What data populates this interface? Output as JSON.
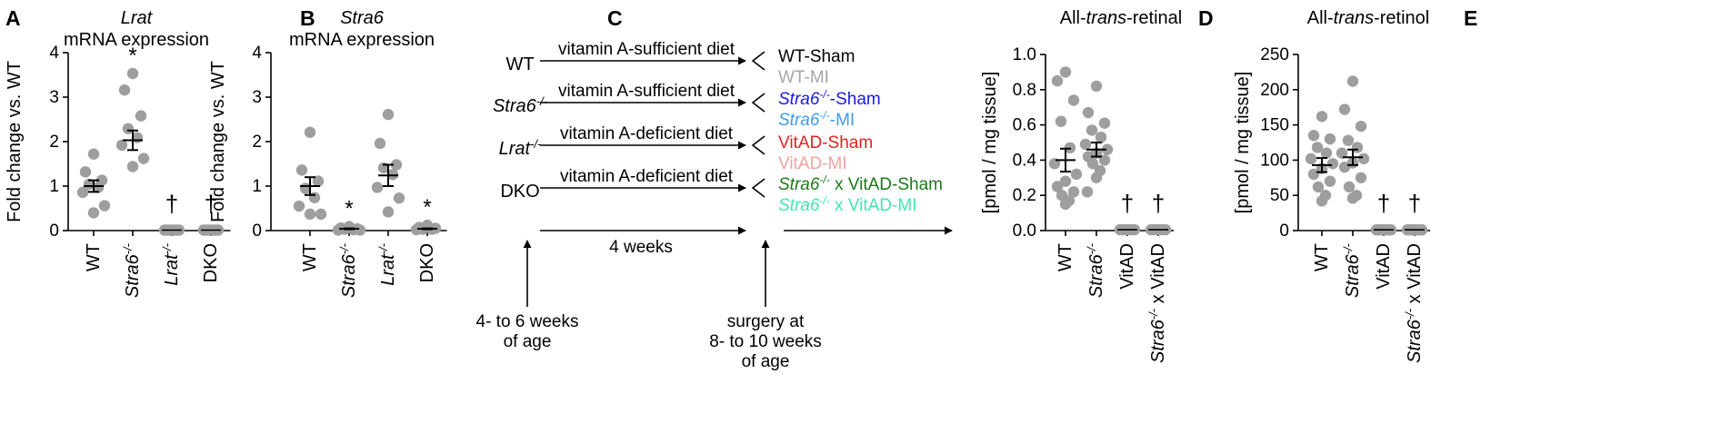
{
  "colors": {
    "dot": "#9e9e9e",
    "black": "#000000",
    "blue": "#1a1adb",
    "lightblue": "#3f9bea",
    "red": "#e8201e",
    "pink": "#f0a3a0",
    "green": "#1a7a1a",
    "mint": "#3ee8ae",
    "grey": "#a6a6a6"
  },
  "panels": {
    "A": "A",
    "B": "B",
    "C": "C",
    "D": "D",
    "E": "E"
  },
  "chart_data": [
    {
      "panel": "A",
      "type": "scatter",
      "title_italic": "Lrat",
      "title": "mRNA expression",
      "ylabel": "Fold change vs. WT",
      "ylim": [
        0,
        4
      ],
      "yticks": [
        "0",
        "1",
        "2",
        "3",
        "4"
      ],
      "categories": [
        {
          "base": "WT"
        },
        {
          "base": "Stra6",
          "sup": "-/-",
          "italic": true
        },
        {
          "base": "Lrat",
          "sup": "-/-",
          "italic": true
        },
        {
          "base": "DKO"
        }
      ],
      "groups": [
        {
          "values": [
            1.72,
            1.32,
            1.13,
            1.04,
            0.97,
            0.86,
            0.56,
            0.4
          ],
          "mean": 1.0,
          "sem": 0.13,
          "mark": ""
        },
        {
          "values": [
            3.53,
            3.16,
            2.58,
            2.29,
            2.09,
            1.92,
            1.62,
            1.44
          ],
          "mean": 2.03,
          "sem": 0.22,
          "mark": "*"
        },
        {
          "values": [
            0.01,
            0.01,
            0.01,
            0.01,
            0.01,
            0.01
          ],
          "mean": 0.01,
          "sem": 0,
          "mark": "†"
        },
        {
          "values": [
            0.01,
            0.01,
            0.01,
            0.01,
            0.01,
            0.01
          ],
          "mean": 0.01,
          "sem": 0,
          "mark": "†"
        }
      ]
    },
    {
      "panel": "B",
      "type": "scatter",
      "title_italic": "Stra6",
      "title": "mRNA expression",
      "ylabel": "Fold change vs. WT",
      "ylim": [
        0,
        4
      ],
      "yticks": [
        "0",
        "1",
        "2",
        "3",
        "4"
      ],
      "categories": [
        {
          "base": "WT"
        },
        {
          "base": "Stra6",
          "sup": "-/-",
          "italic": true
        },
        {
          "base": "Lrat",
          "sup": "-/-",
          "italic": true
        },
        {
          "base": "DKO"
        }
      ],
      "groups": [
        {
          "values": [
            2.21,
            1.36,
            1.11,
            0.95,
            0.74,
            0.55,
            0.37,
            0.37
          ],
          "mean": 1.0,
          "sem": 0.2,
          "mark": ""
        },
        {
          "values": [
            0.09,
            0.06,
            0.04,
            0.03,
            0.02,
            0.01,
            0.01
          ],
          "mean": 0.04,
          "sem": 0.01,
          "mark": "*"
        },
        {
          "values": [
            2.61,
            1.96,
            1.48,
            1.41,
            1.26,
            0.97,
            0.73,
            0.42
          ],
          "mean": 1.24,
          "sem": 0.24,
          "mark": ""
        },
        {
          "values": [
            0.12,
            0.07,
            0.05,
            0.03,
            0.03,
            0.02
          ],
          "mean": 0.04,
          "sem": 0.01,
          "mark": "*"
        }
      ]
    },
    {
      "panel": "D",
      "type": "scatter",
      "title_pre": "All-",
      "title_italic": "trans",
      "title_post": "-retinal",
      "ylabel": "[pmol / mg tissue]",
      "ylim": [
        0,
        1.0
      ],
      "yticks": [
        "0.0",
        "0.2",
        "0.4",
        "0.6",
        "0.8",
        "1.0"
      ],
      "categories": [
        {
          "base": "WT"
        },
        {
          "base": "Stra6",
          "sup": "-/-",
          "italic": true
        },
        {
          "base": "VitAD"
        },
        {
          "base": "Stra6",
          "sup": "-/-",
          "italic": true,
          "suffix": " x VitAD"
        }
      ],
      "groups": [
        {
          "values": [
            0.9,
            0.85,
            0.74,
            0.62,
            0.47,
            0.38,
            0.32,
            0.28,
            0.25,
            0.22,
            0.2,
            0.17,
            0.15
          ],
          "mean": 0.4,
          "sem": 0.065,
          "mark": ""
        },
        {
          "values": [
            0.82,
            0.67,
            0.61,
            0.57,
            0.53,
            0.49,
            0.46,
            0.44,
            0.42,
            0.4,
            0.38,
            0.34,
            0.3,
            0.22
          ],
          "mean": 0.46,
          "sem": 0.04,
          "mark": ""
        },
        {
          "values": [
            0.005,
            0.005,
            0.005,
            0.005,
            0.005,
            0.005
          ],
          "mean": 0.005,
          "sem": 0,
          "mark": "†"
        },
        {
          "values": [
            0.005,
            0.005,
            0.005,
            0.005,
            0.005,
            0.005
          ],
          "mean": 0.005,
          "sem": 0,
          "mark": "†"
        }
      ]
    },
    {
      "panel": "E",
      "type": "scatter",
      "title": "All-trans-retinol",
      "ylabel": "[pmol / mg tissue]",
      "ylim": [
        0,
        250
      ],
      "yticks": [
        "0",
        "50",
        "100",
        "150",
        "200",
        "250"
      ],
      "categories": [
        {
          "base": "WT"
        },
        {
          "base": "Stra6",
          "sup": "-/-",
          "italic": true
        },
        {
          "base": "VitAD"
        },
        {
          "base": "Stra6",
          "sup": "-/-",
          "italic": true,
          "suffix": " x VitAD"
        }
      ],
      "groups": [
        {
          "values": [
            162,
            135,
            130,
            118,
            110,
            102,
            95,
            88,
            80,
            70,
            62,
            50,
            42
          ],
          "mean": 93,
          "sem": 10,
          "mark": ""
        },
        {
          "values": [
            212,
            172,
            148,
            128,
            118,
            110,
            102,
            96,
            90,
            75,
            62,
            50,
            46
          ],
          "mean": 104,
          "sem": 11,
          "mark": ""
        },
        {
          "values": [
            1,
            1,
            1,
            1,
            1,
            1
          ],
          "mean": 1,
          "sem": 0,
          "mark": "†"
        },
        {
          "values": [
            1,
            1,
            1,
            1,
            1,
            1
          ],
          "mean": 1,
          "sem": 0,
          "mark": "†"
        }
      ]
    }
  ],
  "schematic": {
    "rows": [
      {
        "geno": "WT",
        "diet": "vitamin A-sufficient diet",
        "g1": {
          "parts": [
            {
              "t": "WT-Sham"
            }
          ],
          "color": "black"
        },
        "g2": {
          "parts": [
            {
              "t": "WT-MI"
            }
          ],
          "color": "grey"
        }
      },
      {
        "geno": "Stra6",
        "geno_sup": "-/-",
        "diet": "vitamin A-sufficient diet",
        "g1": {
          "parts": [
            {
              "t": "Stra6",
              "i": true
            },
            {
              "t": "-/-",
              "sup": true,
              "i": true
            },
            {
              "t": "-Sham"
            }
          ],
          "color": "blue"
        },
        "g2": {
          "parts": [
            {
              "t": "Stra6",
              "i": true
            },
            {
              "t": "-/-",
              "sup": true,
              "i": true
            },
            {
              "t": "-MI"
            }
          ],
          "color": "lightblue"
        }
      },
      {
        "geno": "Lrat",
        "geno_sup": "-/-",
        "diet": "vitamin A-deficient diet",
        "g1": {
          "parts": [
            {
              "t": "VitAD-Sham"
            }
          ],
          "color": "red"
        },
        "g2": {
          "parts": [
            {
              "t": "VitAD-MI"
            }
          ],
          "color": "pink"
        }
      },
      {
        "geno": "DKO",
        "diet": "vitamin A-deficient diet",
        "g1": {
          "parts": [
            {
              "t": "Stra6",
              "i": true
            },
            {
              "t": "-/-",
              "sup": true,
              "i": true
            },
            {
              "t": " x VitAD-Sham"
            }
          ],
          "color": "green"
        },
        "g2": {
          "parts": [
            {
              "t": "Stra6",
              "i": true
            },
            {
              "t": "-/-",
              "sup": true,
              "i": true
            },
            {
              "t": " x VitAD-MI"
            }
          ],
          "color": "mint"
        }
      }
    ],
    "duration": "4 weeks",
    "start_lines": [
      "4- to 6 weeks",
      "of age"
    ],
    "surgery_lines": [
      "surgery at",
      "8- to 10 weeks",
      "of age"
    ]
  }
}
